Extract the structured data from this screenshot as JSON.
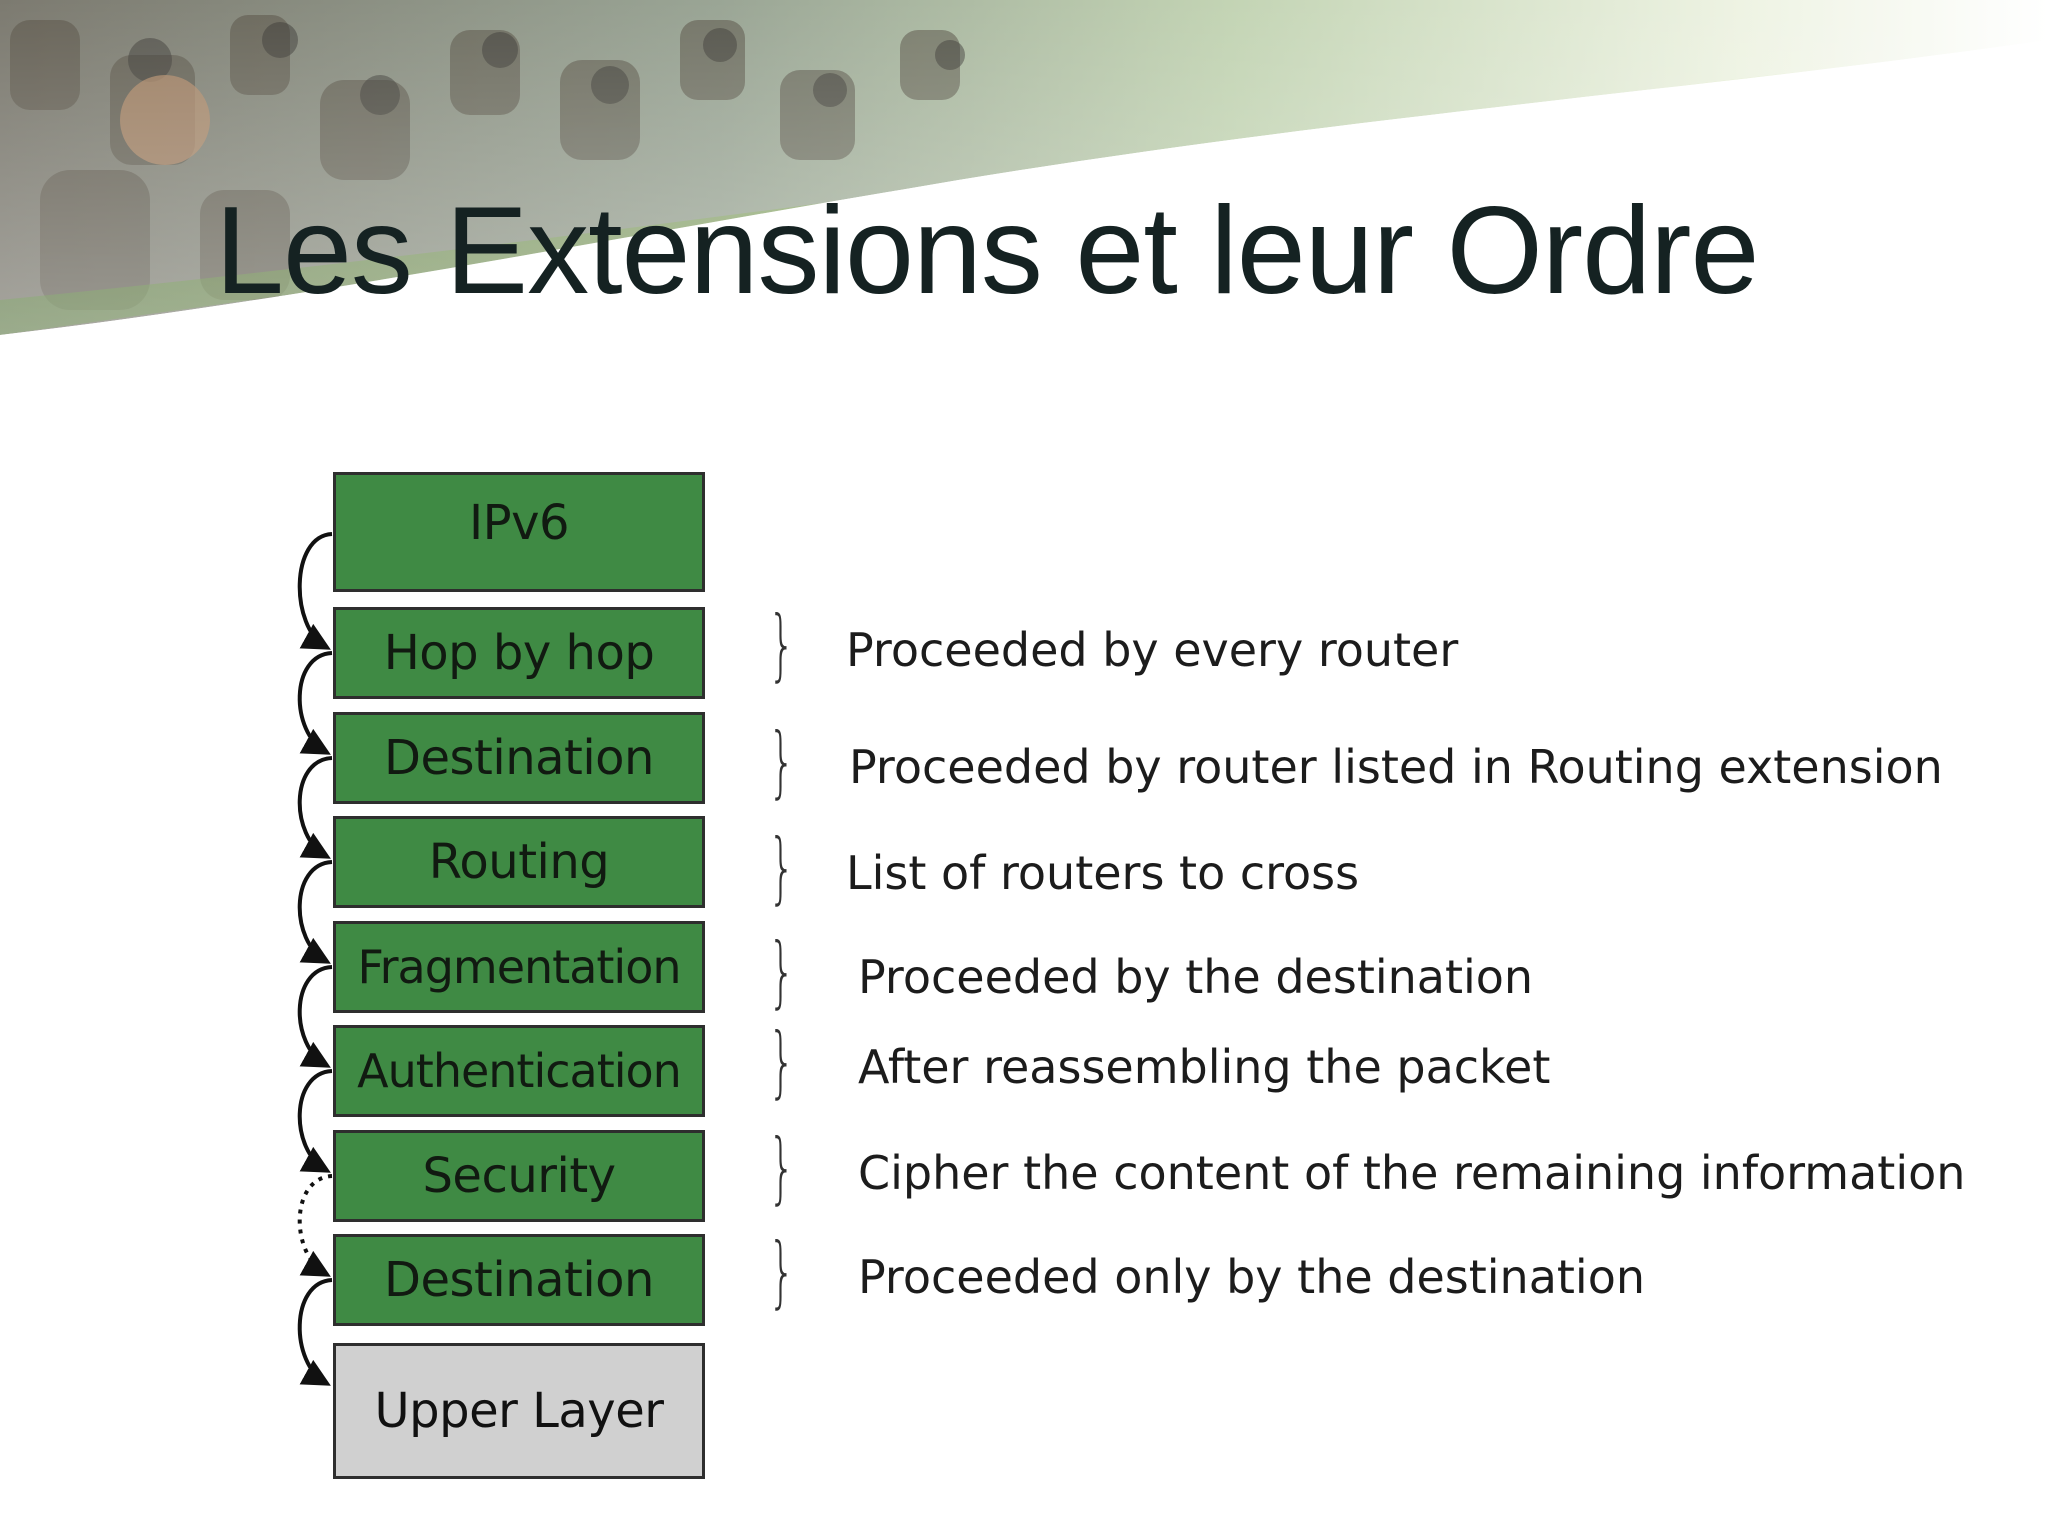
{
  "slide": {
    "title": "Les Extensions et leur Ordre"
  },
  "diagram": {
    "headers": [
      {
        "label": "IPv6",
        "kind": "base",
        "color": "#3f8a44"
      },
      {
        "label": "Hop by hop",
        "kind": "extension",
        "color": "#3f8a44",
        "description": "Proceeded by every router"
      },
      {
        "label": "Destination",
        "kind": "extension",
        "color": "#3f8a44",
        "description": "Proceeded by router listed in Routing extension"
      },
      {
        "label": "Routing",
        "kind": "extension",
        "color": "#3f8a44",
        "description": "List of routers to cross"
      },
      {
        "label": "Fragmentation",
        "kind": "extension",
        "color": "#3f8a44",
        "description": "Proceeded by the destination"
      },
      {
        "label": "Authentication",
        "kind": "extension",
        "color": "#3f8a44",
        "description": "After reassembling the packet"
      },
      {
        "label": "Security",
        "kind": "extension",
        "color": "#3f8a44",
        "description": "Cipher the content of the remaining information"
      },
      {
        "label": "Destination",
        "kind": "extension",
        "color": "#3f8a44",
        "description": "Proceeded only by the destination"
      },
      {
        "label": "Upper Layer",
        "kind": "upper",
        "color": "#d0d0d0"
      }
    ],
    "links": [
      {
        "from": 0,
        "to": 1,
        "style": "solid"
      },
      {
        "from": 1,
        "to": 2,
        "style": "solid"
      },
      {
        "from": 2,
        "to": 3,
        "style": "solid"
      },
      {
        "from": 3,
        "to": 4,
        "style": "solid"
      },
      {
        "from": 4,
        "to": 5,
        "style": "solid"
      },
      {
        "from": 5,
        "to": 6,
        "style": "solid"
      },
      {
        "from": 6,
        "to": 7,
        "style": "dotted"
      },
      {
        "from": 7,
        "to": 8,
        "style": "solid"
      }
    ],
    "bracket_glyph": "}"
  }
}
